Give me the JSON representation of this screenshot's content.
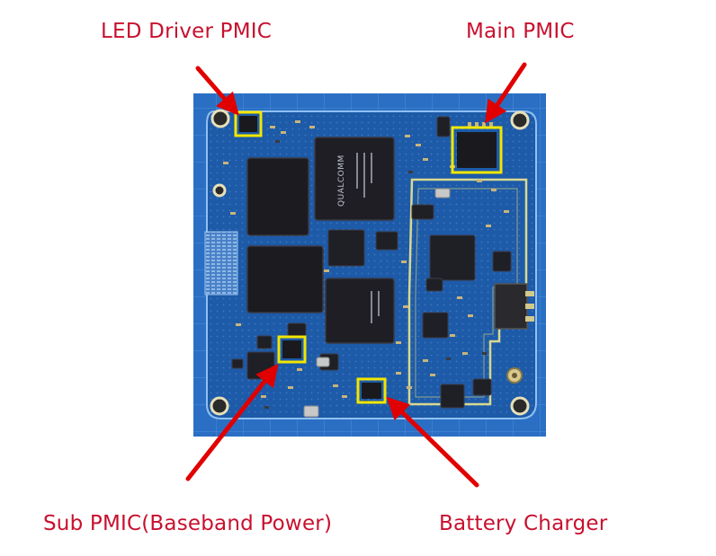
{
  "labels": {
    "led_driver": "LED Driver PMIC",
    "main_pmic": "Main PMIC",
    "sub_pmic": "Sub PMIC(Baseband Power)",
    "battery_charger": "Battery Charger"
  },
  "logo_text": "QUALCOMM",
  "colors": {
    "label_text": "#c8102e",
    "arrow": "#e00000",
    "highlight_box": "#f2e600",
    "board_background": "#2a6fc4",
    "pcb": "#1d5aa8"
  }
}
